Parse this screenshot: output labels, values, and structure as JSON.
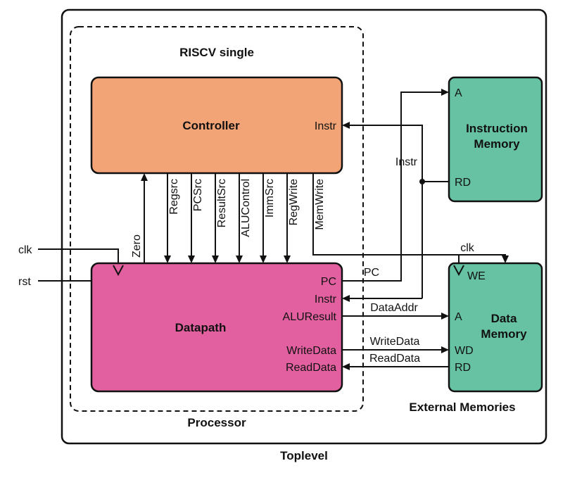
{
  "colors": {
    "background": "#ffffff",
    "controller_fill": "#F2A477",
    "datapath_fill": "#E2609F",
    "memory_fill": "#66C2A2"
  },
  "toplevel": {
    "label": "Toplevel"
  },
  "processor": {
    "title": "RISCV single",
    "label": "Processor"
  },
  "controller": {
    "title": "Controller",
    "ports": {
      "instr": "Instr"
    }
  },
  "datapath": {
    "title": "Datapath",
    "ports": {
      "pc": "PC",
      "instr": "Instr",
      "alu_result": "ALUResult",
      "write_data": "WriteData",
      "read_data": "ReadData"
    }
  },
  "instruction_memory": {
    "title_line1": "Instruction",
    "title_line2": "Memory",
    "ports": {
      "a": "A",
      "rd": "RD"
    }
  },
  "data_memory": {
    "title_line1": "Data",
    "title_line2": "Memory",
    "ports": {
      "we": "WE",
      "a": "A",
      "wd": "WD",
      "rd": "RD"
    }
  },
  "external_memories_label": "External Memories",
  "inputs": {
    "clk": "clk",
    "rst": "rst"
  },
  "control_signals": {
    "zero": "Zero",
    "regsrc": "Regsrc",
    "pcsrc": "PCSrc",
    "resultsrc": "ResultSrc",
    "alucontrol": "ALUControl",
    "immsrc": "ImmSrc",
    "regwrite": "RegWrite",
    "memwrite": "MemWrite"
  },
  "wire_labels": {
    "pc": "PC",
    "instr": "Instr",
    "dataaddr": "DataAddr",
    "writedata": "WriteData",
    "readdata": "ReadData",
    "clk_mem": "clk"
  }
}
